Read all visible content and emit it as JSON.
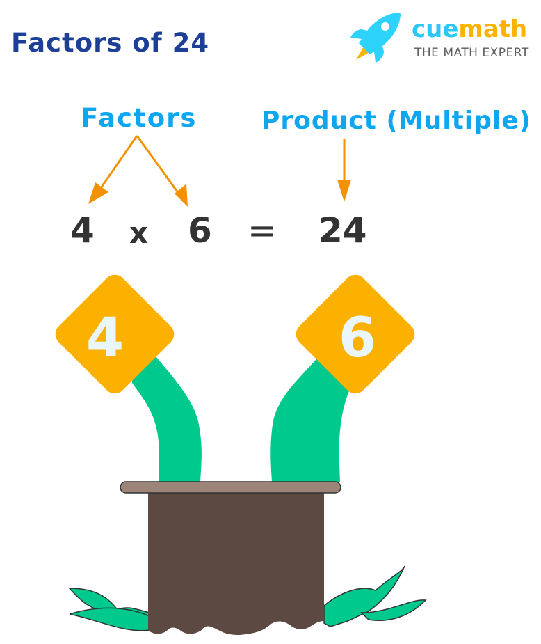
{
  "header": {
    "title": "Factors of 24",
    "brand": {
      "cue": "cue",
      "math": "math",
      "tagline": "THE MATH EXPERT",
      "logo_icon": "rocket-icon"
    }
  },
  "diagram": {
    "factors_label": "Factors",
    "product_label": "Product (Multiple)",
    "equation": {
      "factor_a": "4",
      "operator": "x",
      "factor_b": "6",
      "equals": "=",
      "product": "24"
    },
    "tiles": [
      {
        "label": "4"
      },
      {
        "label": "6"
      }
    ]
  },
  "colors": {
    "title": "#1d3f96",
    "label_blue": "#0ea6ee",
    "arrow_orange": "#f39200",
    "tile_yellow": "#fcb100",
    "stem_green": "#00c98d",
    "pot_brown": "#5c4a42",
    "pot_rim": "#9c8478",
    "equation_text": "#333333"
  }
}
